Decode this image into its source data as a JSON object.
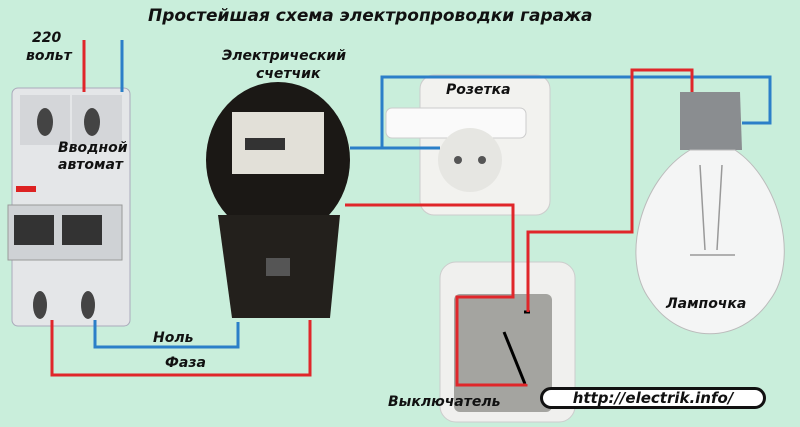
{
  "title": "Простейшая схема электропроводки гаража",
  "labels": {
    "voltage_number": "220",
    "voltage_unit": "вольт",
    "breaker_line1": "Вводной",
    "breaker_line2": "автомат",
    "meter_line1": "Электрический",
    "meter_line2": "счетчик",
    "socket": "Розетка",
    "bulb": "Лампочка",
    "neutral": "Ноль",
    "phase": "Фаза",
    "switch": "Выключатель"
  },
  "url": "http://electrik.info/",
  "colors": {
    "phase_wire": "#e0262a",
    "neutral_wire": "#2b7fc8",
    "background": "#c9eedb"
  }
}
